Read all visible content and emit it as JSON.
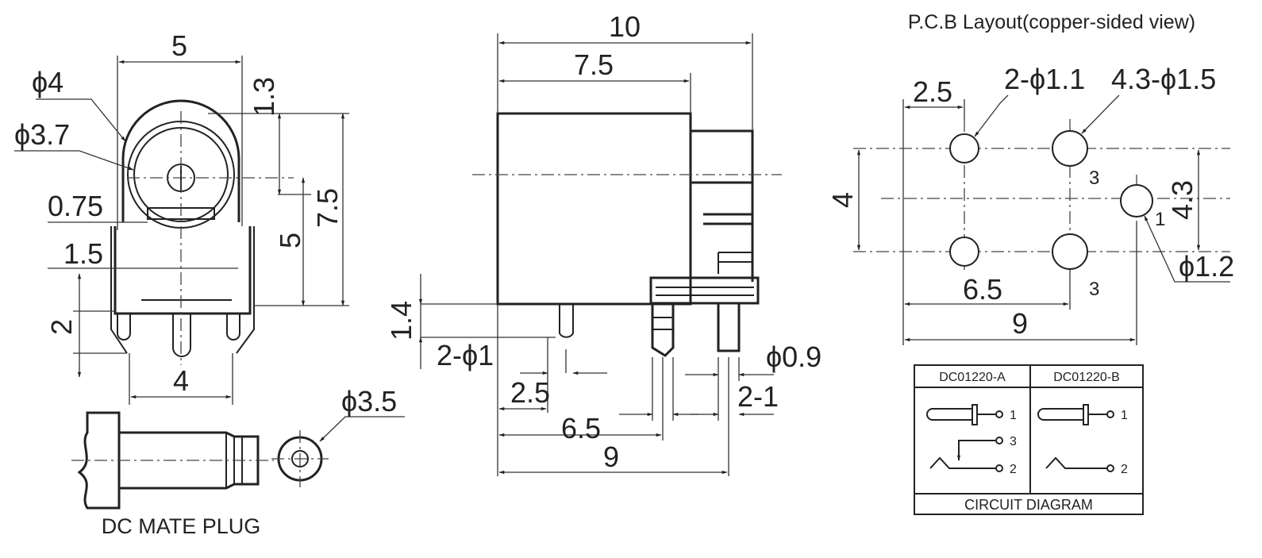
{
  "front_view": {
    "dims": {
      "width_top": "5",
      "dia_outer": "ϕ4",
      "dia_inner": "ϕ3.7",
      "top_offset": "1.3",
      "pin_center": "0.75",
      "left_offset": "1.5",
      "center_height": "5",
      "total_height": "7.5",
      "pin_length": "2",
      "pin_span": "4"
    }
  },
  "side_view": {
    "dims": {
      "total_length": "10",
      "body_length": "7.5",
      "standoff": "1.4",
      "pin_dia": "2-ϕ1",
      "pitch_small": "2.5",
      "pitch_mid": "6.5",
      "pitch_total": "9",
      "pin_dia_right": "ϕ0.9",
      "pin_width": "2-1"
    }
  },
  "pcb_layout": {
    "title": "P.C.B Layout(copper-sided view)",
    "dims": {
      "hole_pitch": "2.5",
      "small_holes": "2-ϕ1.1",
      "large_holes": "4.3-ϕ1.5",
      "row_spacing": "4",
      "right_spacing": "4.3",
      "single_hole": "ϕ1.2",
      "span_mid": "6.5",
      "span_total": "9"
    },
    "pin_labels": {
      "top": "3",
      "right": "1",
      "bottom": "3"
    }
  },
  "circuit_table": {
    "headers": [
      "DC01220-A",
      "DC01220-B"
    ],
    "pins_a": [
      "1",
      "3",
      "2"
    ],
    "pins_b": [
      "1",
      "2"
    ],
    "caption": "CIRCUIT DIAGRAM"
  },
  "mate_plug": {
    "label": "DC MATE PLUG",
    "dia": "ϕ3.5"
  }
}
